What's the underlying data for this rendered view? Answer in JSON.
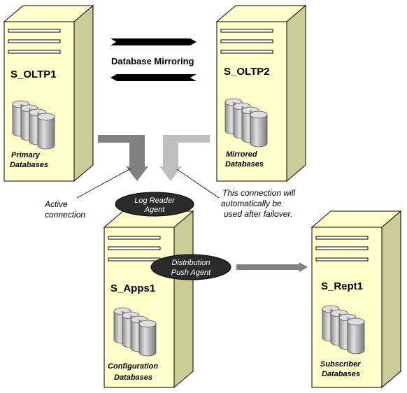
{
  "mirroring_label": "Database Mirroring",
  "servers": [
    {
      "name": "S_OLTP1",
      "db_line1": "Primary",
      "db_line2": "Databases"
    },
    {
      "name": "S_OLTP2",
      "db_line1": "Mirrored",
      "db_line2": "Databases"
    },
    {
      "name": "S_Apps1",
      "db_line1": "Configuration",
      "db_line2": "Databases"
    },
    {
      "name": "S_Rept1",
      "db_line1": "Subscriber",
      "db_line2": "Databases"
    }
  ],
  "agents": [
    {
      "line1": "Log Reader",
      "line2": "Agent"
    },
    {
      "line1": "Distribution",
      "line2": "Push Agent"
    }
  ],
  "notes": {
    "active": {
      "line1": "Active",
      "line2": "connection"
    },
    "failover": {
      "line1": "This connection will",
      "line2": "automatically be",
      "line3": "used after failover."
    }
  },
  "colors": {
    "server_face": "#ffffcc",
    "server_side": "#cccc99",
    "outline": "#000000",
    "active_arrow": "#808080",
    "failover_arrow": "#bfbfbf",
    "agent_fill": "#2b2b2b"
  },
  "icons": [
    "server-tower-icon",
    "database-cylinder-icon",
    "arrow-icon"
  ]
}
